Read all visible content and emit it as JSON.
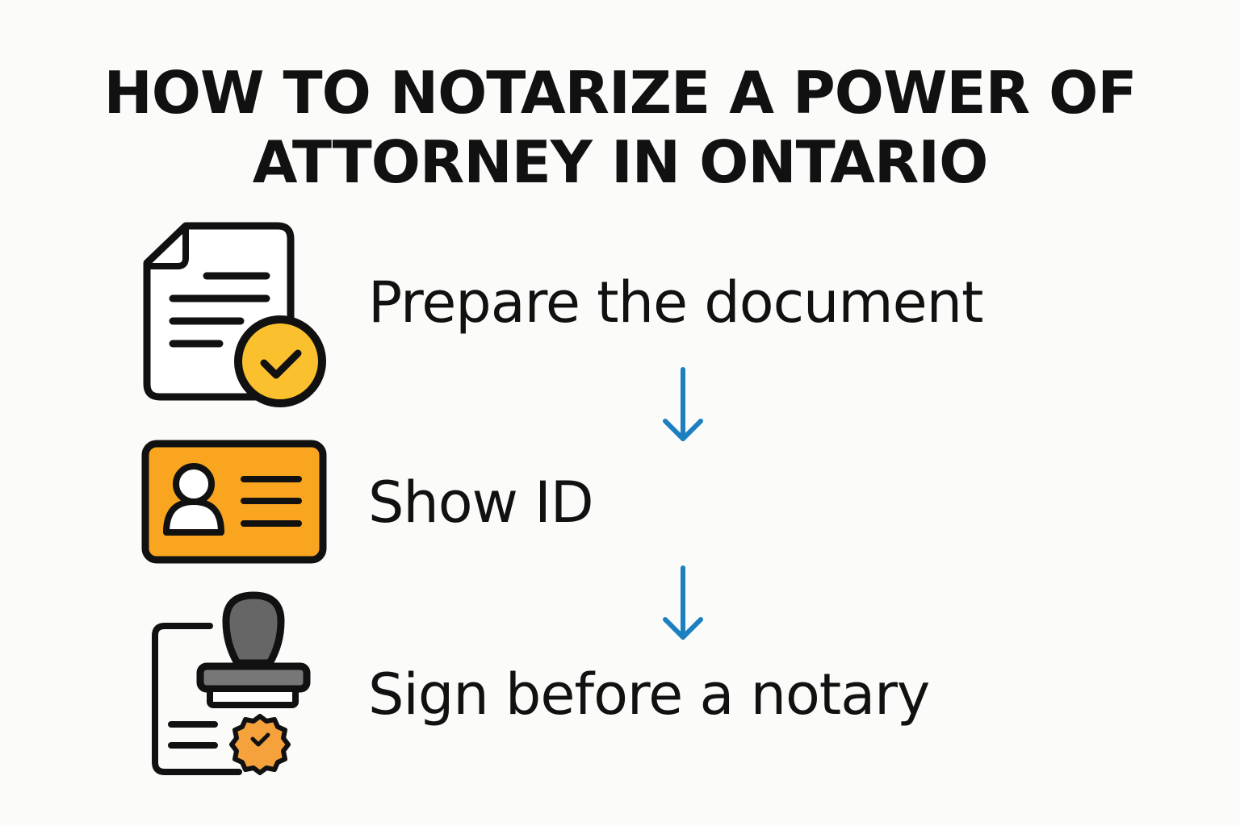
{
  "title": {
    "line1": "HOW TO NOTARIZE A POWER OF",
    "line2": "ATTORNEY IN ONTARIO"
  },
  "steps": [
    {
      "label": "Prepare the document",
      "icon": "document-check-icon"
    },
    {
      "label": "Show ID",
      "icon": "id-card-icon"
    },
    {
      "label": "Sign before a notary",
      "icon": "notary-stamp-icon"
    }
  ],
  "colors": {
    "background": "#fbfbf9",
    "text": "#111111",
    "check_badge": "#fbc02d",
    "id_card": "#f9a51f",
    "seal": "#f5a23c",
    "stamp_gray": "#666666",
    "arrow": "#1b7fc0"
  }
}
